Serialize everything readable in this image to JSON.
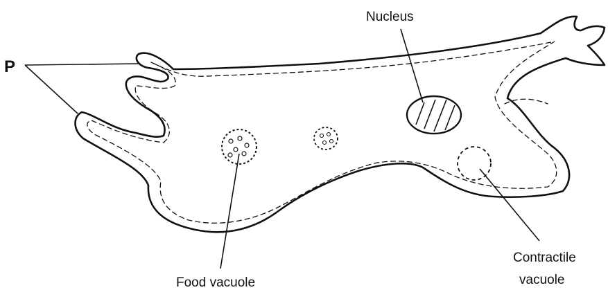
{
  "labels": {
    "p": "P",
    "nucleus": "Nucleus",
    "food_vacuole": "Food vacuole",
    "contractile_vacuole_line1": "Contractile",
    "contractile_vacuole_line2": "vacuole"
  }
}
